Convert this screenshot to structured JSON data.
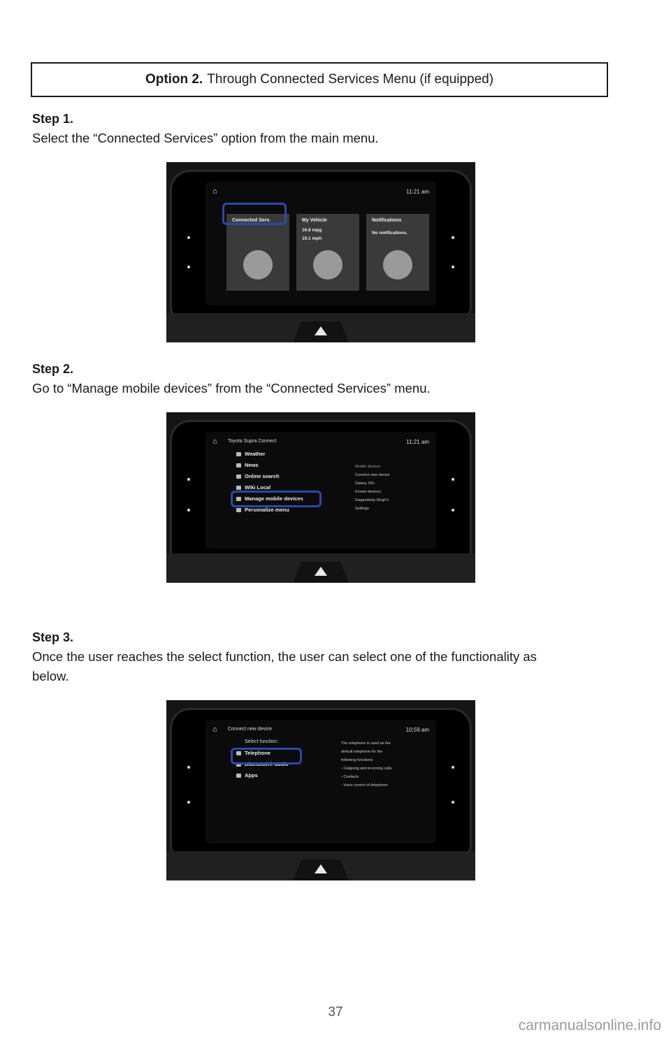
{
  "option": {
    "bold": "Option 2.",
    "text": "Through Connected Services Menu (if equipped)"
  },
  "steps": [
    {
      "title": "Step 1.",
      "text": "Select the “Connected Services” option from the main menu."
    },
    {
      "title": "Step 2.",
      "text": "Go to “Manage mobile devices” from the “Connected Services” menu."
    },
    {
      "title": "Step 3.",
      "text": "Once the user reaches the select function, the user can select one of the functionality as below."
    }
  ],
  "screen1": {
    "clock": "11:21 am",
    "tiles": [
      {
        "label": "Connected Serv."
      },
      {
        "label": "My Vehicle",
        "line1": "16.8 mpg",
        "line2": "19.1 mph"
      },
      {
        "label": "Notifications",
        "line1": "No notifications."
      }
    ]
  },
  "screen2": {
    "title": "Toyota Supra Connect",
    "clock": "11:21 am",
    "menu": [
      "Weather",
      "News",
      "Online search",
      "Wiki Local",
      "Manage mobile devices",
      "Personalize menu"
    ],
    "side_title": "Mobile devices",
    "side": [
      "Connect new device",
      "Galaxy S9+",
      "Known devices",
      "Gagandeep Singh's",
      "Settings"
    ]
  },
  "screen3": {
    "title": "Connect new device",
    "clock": "10:59 am",
    "subtitle": "Select function:",
    "menu": [
      "Telephone",
      "Bluetooth® audio",
      "Apps"
    ],
    "side": [
      "The telephone is used as the",
      "default telephone for the",
      "following functions:",
      "- Outgoing and incoming calls",
      "- Contacts",
      "- Voice control of telephone"
    ]
  },
  "page_number": "37",
  "watermark": "carmanualsonline.info"
}
